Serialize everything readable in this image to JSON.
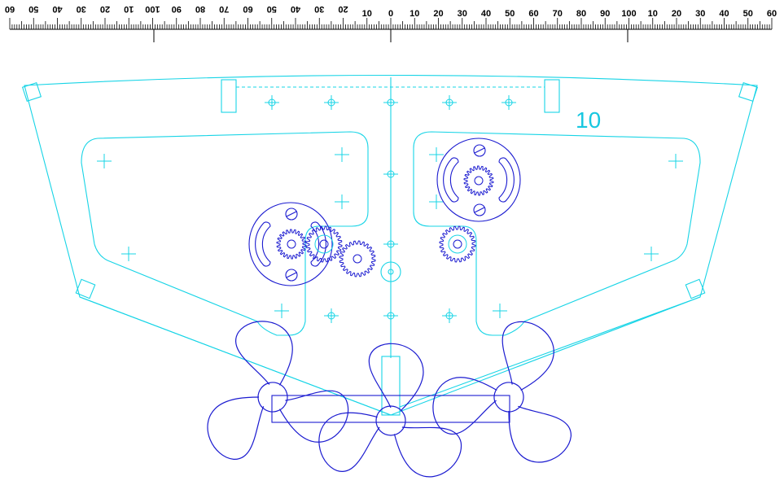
{
  "drawing": {
    "plate_number": "10",
    "colors": {
      "outline": "#17d4e6",
      "mechanism": "#1b1bd0",
      "ruler": "#000000"
    }
  },
  "ruler": {
    "units_note": "",
    "labels": [
      {
        "text": "60",
        "mirrored": true
      },
      {
        "text": "50",
        "mirrored": true
      },
      {
        "text": "40",
        "mirrored": true
      },
      {
        "text": "30",
        "mirrored": true
      },
      {
        "text": "20",
        "mirrored": true
      },
      {
        "text": "10",
        "mirrored": true
      },
      {
        "text": "100",
        "mirrored": true
      },
      {
        "text": "90",
        "mirrored": true
      },
      {
        "text": "80",
        "mirrored": true
      },
      {
        "text": "70",
        "mirrored": true
      },
      {
        "text": "60",
        "mirrored": true
      },
      {
        "text": "50",
        "mirrored": true
      },
      {
        "text": "40",
        "mirrored": true
      },
      {
        "text": "30",
        "mirrored": true
      },
      {
        "text": "20",
        "mirrored": true
      },
      {
        "text": "10",
        "mirrored": false
      },
      {
        "text": "0",
        "mirrored": false
      },
      {
        "text": "10",
        "mirrored": false
      },
      {
        "text": "20",
        "mirrored": false
      },
      {
        "text": "30",
        "mirrored": false
      },
      {
        "text": "40",
        "mirrored": false
      },
      {
        "text": "50",
        "mirrored": false
      },
      {
        "text": "60",
        "mirrored": false
      },
      {
        "text": "70",
        "mirrored": false
      },
      {
        "text": "80",
        "mirrored": false
      },
      {
        "text": "90",
        "mirrored": false
      },
      {
        "text": "100",
        "mirrored": false
      },
      {
        "text": "10",
        "mirrored": false
      },
      {
        "text": "20",
        "mirrored": false
      },
      {
        "text": "30",
        "mirrored": false
      },
      {
        "text": "40",
        "mirrored": false
      },
      {
        "text": "50",
        "mirrored": false
      },
      {
        "text": "60",
        "mirrored": false
      }
    ]
  }
}
